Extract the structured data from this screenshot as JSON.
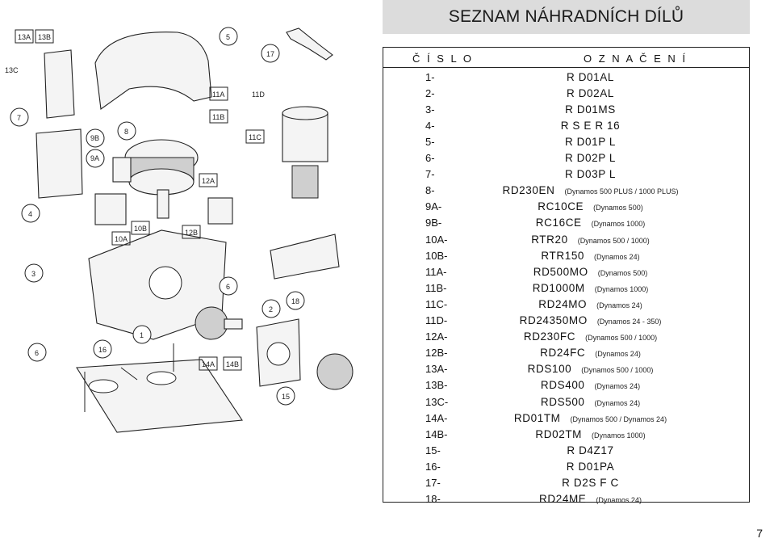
{
  "title": "SEZNAM NÁHRADNÍCH DÍLŮ",
  "table": {
    "col_number": "Č Í S L O",
    "col_code": "O Z N A Č E N Í",
    "rows": [
      {
        "num": "1-",
        "code": "R D01AL",
        "note": ""
      },
      {
        "num": "2-",
        "code": "R D02AL",
        "note": ""
      },
      {
        "num": "3-",
        "code": "R D01MS",
        "note": ""
      },
      {
        "num": "4-",
        "code": "R S E R 16",
        "note": ""
      },
      {
        "num": "5-",
        "code": "R D01P L",
        "note": ""
      },
      {
        "num": "6-",
        "code": "R D02P L",
        "note": ""
      },
      {
        "num": "7-",
        "code": "R D03P L",
        "note": ""
      },
      {
        "num": "8-",
        "code": "RD230EN",
        "note": "(Dynamos 500 PLUS / 1000 PLUS)"
      },
      {
        "num": "9A-",
        "code": "RC10CE",
        "note": "(Dynamos 500)"
      },
      {
        "num": "9B-",
        "code": "RC16CE",
        "note": "(Dynamos 1000)"
      },
      {
        "num": "10A-",
        "code": "RTR20",
        "note": "(Dynamos 500 / 1000)"
      },
      {
        "num": "10B-",
        "code": "RTR150",
        "note": "(Dynamos 24)"
      },
      {
        "num": "11A-",
        "code": "RD500MO",
        "note": "(Dynamos 500)"
      },
      {
        "num": "11B-",
        "code": "RD1000M",
        "note": "(Dynamos 1000)"
      },
      {
        "num": "11C-",
        "code": "RD24MO",
        "note": "(Dynamos 24)"
      },
      {
        "num": "11D-",
        "code": "RD24350MO",
        "note": "(Dynamos 24 - 350)"
      },
      {
        "num": "12A-",
        "code": "RD230FC",
        "note": "(Dynamos 500 / 1000)"
      },
      {
        "num": "12B-",
        "code": "RD24FC",
        "note": "(Dynamos 24)"
      },
      {
        "num": "13A-",
        "code": "RDS100",
        "note": "(Dynamos 500 / 1000)"
      },
      {
        "num": "13B-",
        "code": "RDS400",
        "note": "(Dynamos 24)"
      },
      {
        "num": "13C-",
        "code": "RDS500",
        "note": "(Dynamos 24)"
      },
      {
        "num": "14A-",
        "code": "RD01TM",
        "note": "(Dynamos 500 / Dynamos 24)"
      },
      {
        "num": "14B-",
        "code": "RD02TM",
        "note": "(Dynamos 1000)"
      },
      {
        "num": "15-",
        "code": "R D4Z17",
        "note": ""
      },
      {
        "num": "16-",
        "code": "R D01PA",
        "note": ""
      },
      {
        "num": "17-",
        "code": "R D2S F C",
        "note": ""
      },
      {
        "num": "18-",
        "code": "RD24ME",
        "note": "(Dynamos 24)"
      }
    ]
  },
  "diagram": {
    "labels": [
      "13A",
      "13B",
      "5",
      "17",
      "13C",
      "7",
      "9B",
      "8",
      "11A",
      "11B",
      "11D",
      "11C",
      "9A",
      "12A",
      "4",
      "10B",
      "10A",
      "12B",
      "3",
      "6",
      "2",
      "18",
      "1",
      "6",
      "16",
      "14A",
      "14B",
      "15"
    ]
  },
  "page_number": "7"
}
